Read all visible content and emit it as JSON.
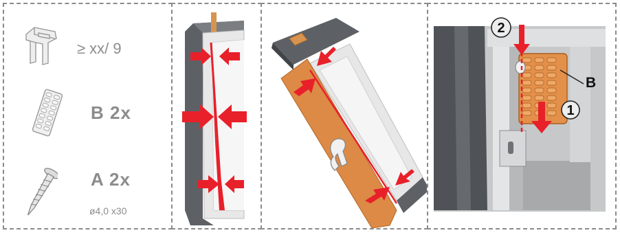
{
  "panel1": {
    "ratio_text": "≥ xx/ 9",
    "part_b_label": "B 2x",
    "part_a_label": "A 2x",
    "screw_dimension": "ø4,0 x30"
  },
  "panel4": {
    "step1_number": "1",
    "step2_number": "2",
    "part_b_callout": "B"
  },
  "colors": {
    "arrow_red": "#e8202a",
    "frame_dark": "#5d6166",
    "flashing_orange": "#dd8a46",
    "text_grey": "#8c8c8c"
  }
}
